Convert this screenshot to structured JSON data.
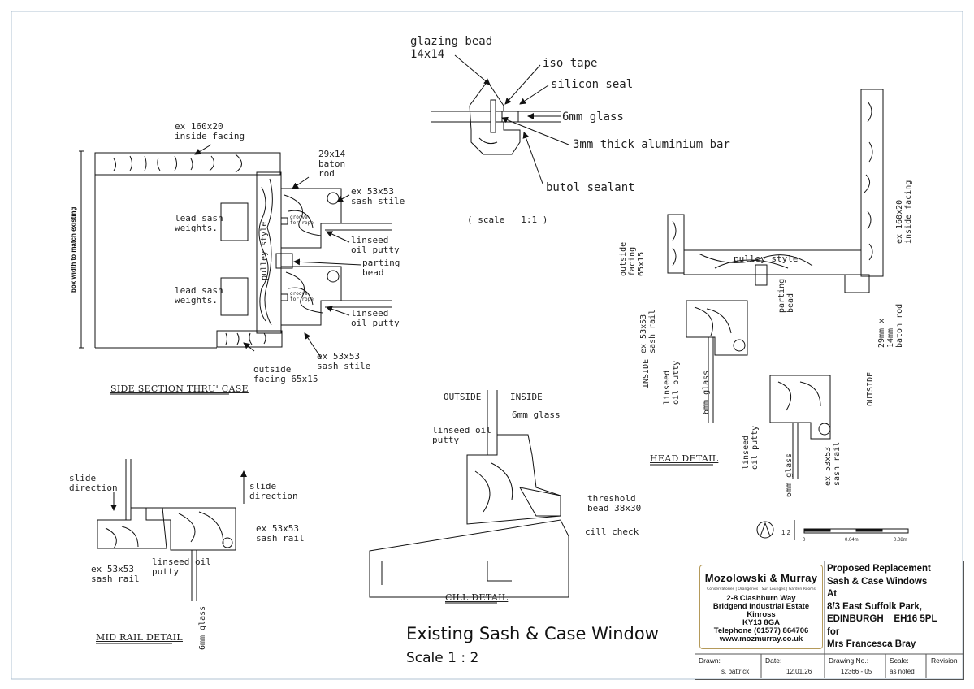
{
  "drawing": {
    "title": "Existing Sash & Case Window",
    "scale": "Scale 1 : 2"
  },
  "glazing_detail": {
    "glazing_bead": "glazing bead\n14x14",
    "iso_tape": "iso tape",
    "silicon_seal": "silicon seal",
    "glass": "6mm glass",
    "aluminium_bar": "3mm thick aluminium bar",
    "butol_sealant": "butol sealant",
    "scale": "( scale   1:1 )"
  },
  "side_section": {
    "title": "SIDE SECTION THRU' CASE",
    "inside_facing": "ex 160x20\ninside facing",
    "baton_rod": "29x14\nbaton\nrod",
    "sash_stile_top": "ex 53x53\nsash stile",
    "lead_weights_1": "lead sash\nweights.",
    "lead_weights_2": "lead sash\nweights.",
    "linseed_1": "linseed\noil putty",
    "parting_bead": "parting\nbead",
    "linseed_2": "linseed\noil putty",
    "sash_stile_bottom": "ex 53x53\nsash stile",
    "outside_facing": "outside\nfacing 65x15",
    "box_width": "box width to match existing",
    "pulley_style": "pulley style",
    "groove_1": "groove\nfor rope",
    "groove_2": "groove\nfor rope"
  },
  "head_detail": {
    "title": "HEAD DETAIL",
    "outside_facing": "outside\nfacing\n65x15",
    "pulley_style": "pulley style",
    "parting_bead": "parting\nbead",
    "inside_facing": "ex 160x20\ninside facing",
    "baton_rod": "29mm x\n14mm\nbaton rod",
    "sash_rail_1": "ex 53x53\nsash rail",
    "inside": "INSIDE",
    "linseed_1": "linseed\noil putty",
    "glass_1": "6mm glass",
    "outside": "OUTSIDE",
    "linseed_2": "linseed\noil putty",
    "glass_2": "6mm glass",
    "sash_rail_2": "ex 53x53\nsash rail"
  },
  "cill_detail": {
    "title": "CILL DETAIL",
    "outside": "OUTSIDE",
    "inside": "INSIDE",
    "glass": "6mm glass",
    "linseed": "linseed oil\nputty",
    "threshold": "threshold\nbead 38x30",
    "cill_check": "cill check"
  },
  "mid_rail": {
    "title": "MID RAIL DETAIL",
    "slide_left": "slide\ndirection",
    "slide_right": "slide\ndirection",
    "sash_rail_right": "ex 53x53\nsash rail",
    "sash_rail_left": "ex 53x53\nsash rail",
    "linseed": "linseed oil\nputty",
    "glass": "6mm glass"
  },
  "scale_bar": {
    "ratio": "1:2",
    "tick_0": "0",
    "tick_1": "0.04m",
    "tick_2": "0.08m"
  },
  "title_block": {
    "company": "Mozolowski & Murray",
    "tagline": "Conservatories | Orangeries | Sun Lounges | Garden Rooms",
    "address": "2-8 Clashburn Way\nBridgend Industrial Estate\nKinross\nKY13 8GA\nTelephone (01577) 864706\nwww.mozmurray.co.uk",
    "project": "Proposed Replacement\nSash & Case Windows\nAt\n8/3 East Suffolk Park,\nEDINBURGH    EH16 5PL\nfor\nMrs Francesca Bray",
    "drawn_label": "Drawn:",
    "drawn_value": "s. battrick",
    "date_label": "Date:",
    "date_value": "12.01.26",
    "drawing_no_label": "Drawing No.:",
    "drawing_no_value": "12366 - 05",
    "scale_label": "Scale:",
    "scale_value": "as noted",
    "revision_label": "Revision"
  }
}
